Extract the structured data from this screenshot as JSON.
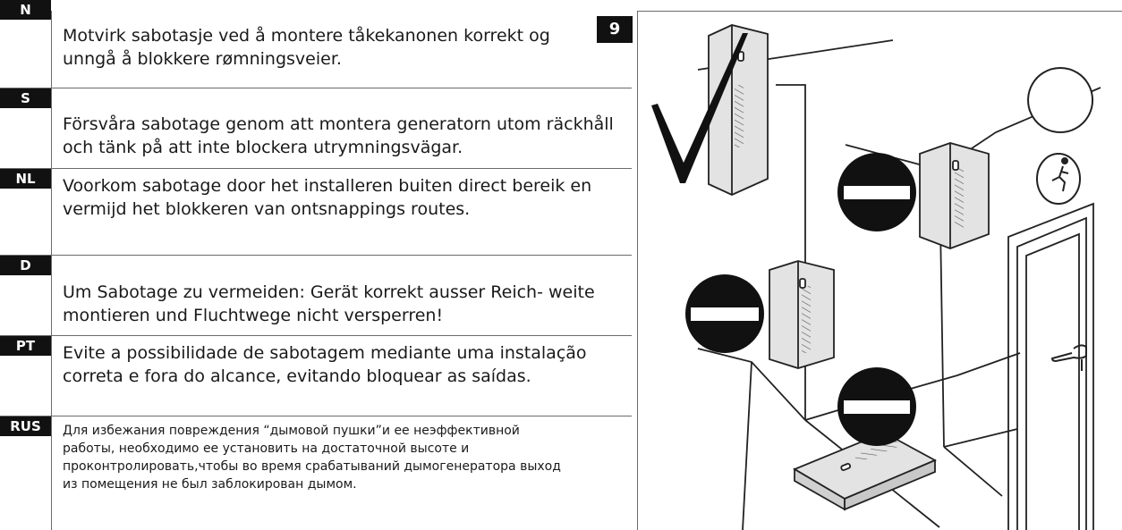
{
  "sections": [
    {
      "code": "N",
      "text": "Motvirk sabotasje ved å montere tåkekanonen korrekt og unngå å blokkere rømningsveier."
    },
    {
      "code": "S",
      "text": "Försvåra sabotage genom att montera generatorn utom räckhåll och tänk på att inte blockera utrymningsvägar."
    },
    {
      "code": "NL",
      "text": "Voorkom sabotage door het installeren buiten direct bereik en vermijd het blokkeren van ontsnappings routes."
    },
    {
      "code": "D",
      "text": "Um Sabotage zu vermeiden: Gerät korrekt ausser Reich- weite montieren und Fluchtwege nicht versperren!"
    },
    {
      "code": "PT",
      "text": "Evite a possibilidade de sabotagem mediante uma instalação correta e fora do alcance, evitando bloquear as saídas."
    },
    {
      "code": "RUS",
      "text": "Для избежания повреждения “дымовой пушки”и ее неэффективной работы, необходимо ее установить на достаточной высоте и проконтролировать,чтобы во время срабатываний дымогенератора выход из помещения не был заблокирован дымом."
    }
  ],
  "figure": {
    "number": "9"
  },
  "icons": {
    "correct": "checkmark-icon",
    "wrong": "no-entry-icon",
    "exit": "running-man-exit-icon",
    "device": "fog-generator-device"
  },
  "colors": {
    "badge": "#111111",
    "no_entry": "#111111",
    "device_fill": "#e3e3e3",
    "line": "#222222"
  }
}
